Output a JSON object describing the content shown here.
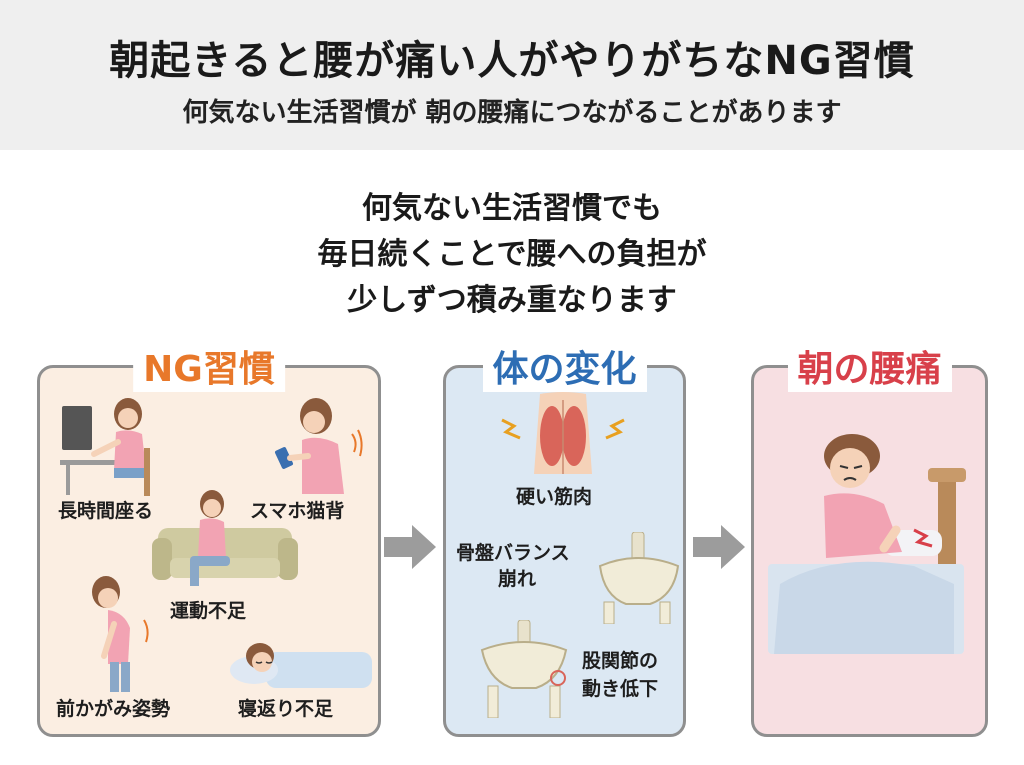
{
  "header": {
    "title": "朝起きると腰が痛い人がやりがちなNG習慣",
    "subtitle": "何気ない生活習慣が 朝の腰痛につながることがあります"
  },
  "lead": {
    "line1": "何気ない生活習慣でも",
    "line2": "毎日続くことで腰への負担が",
    "line3": "少しずつ積み重なります"
  },
  "panels": {
    "ng": {
      "title": "NG習慣",
      "items": [
        "長時間座る",
        "スマホ猫背",
        "運動不足",
        "前かがみ姿勢",
        "寝返り不足"
      ]
    },
    "change": {
      "title": "体の変化",
      "items": [
        "硬い筋肉",
        "骨盤バランス",
        "崩れ",
        "股関節の",
        "動き低下"
      ]
    },
    "result": {
      "title": "朝の腰痛"
    }
  },
  "colors": {
    "ng": "#e8782a",
    "change": "#2d6db4",
    "result": "#d8404a"
  }
}
